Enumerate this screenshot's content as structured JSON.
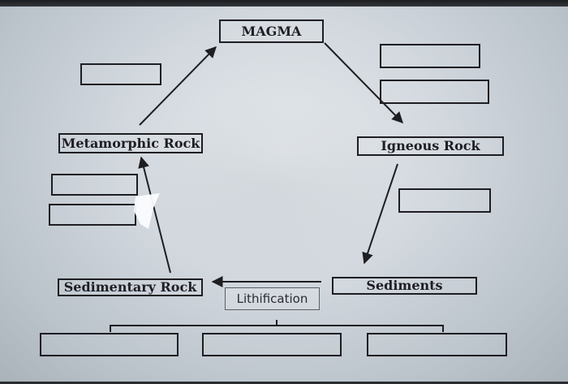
{
  "diagram": {
    "magma": "MAGMA",
    "igneous": "Igneous Rock",
    "metamorphic": "Metamorphic Rock",
    "sedimentary": "Sedimentary Rock",
    "sediments": "Sediments",
    "lithification": "Lithification"
  },
  "colors": {
    "ink": "#1e1e22",
    "screen": "#d2d8de"
  }
}
